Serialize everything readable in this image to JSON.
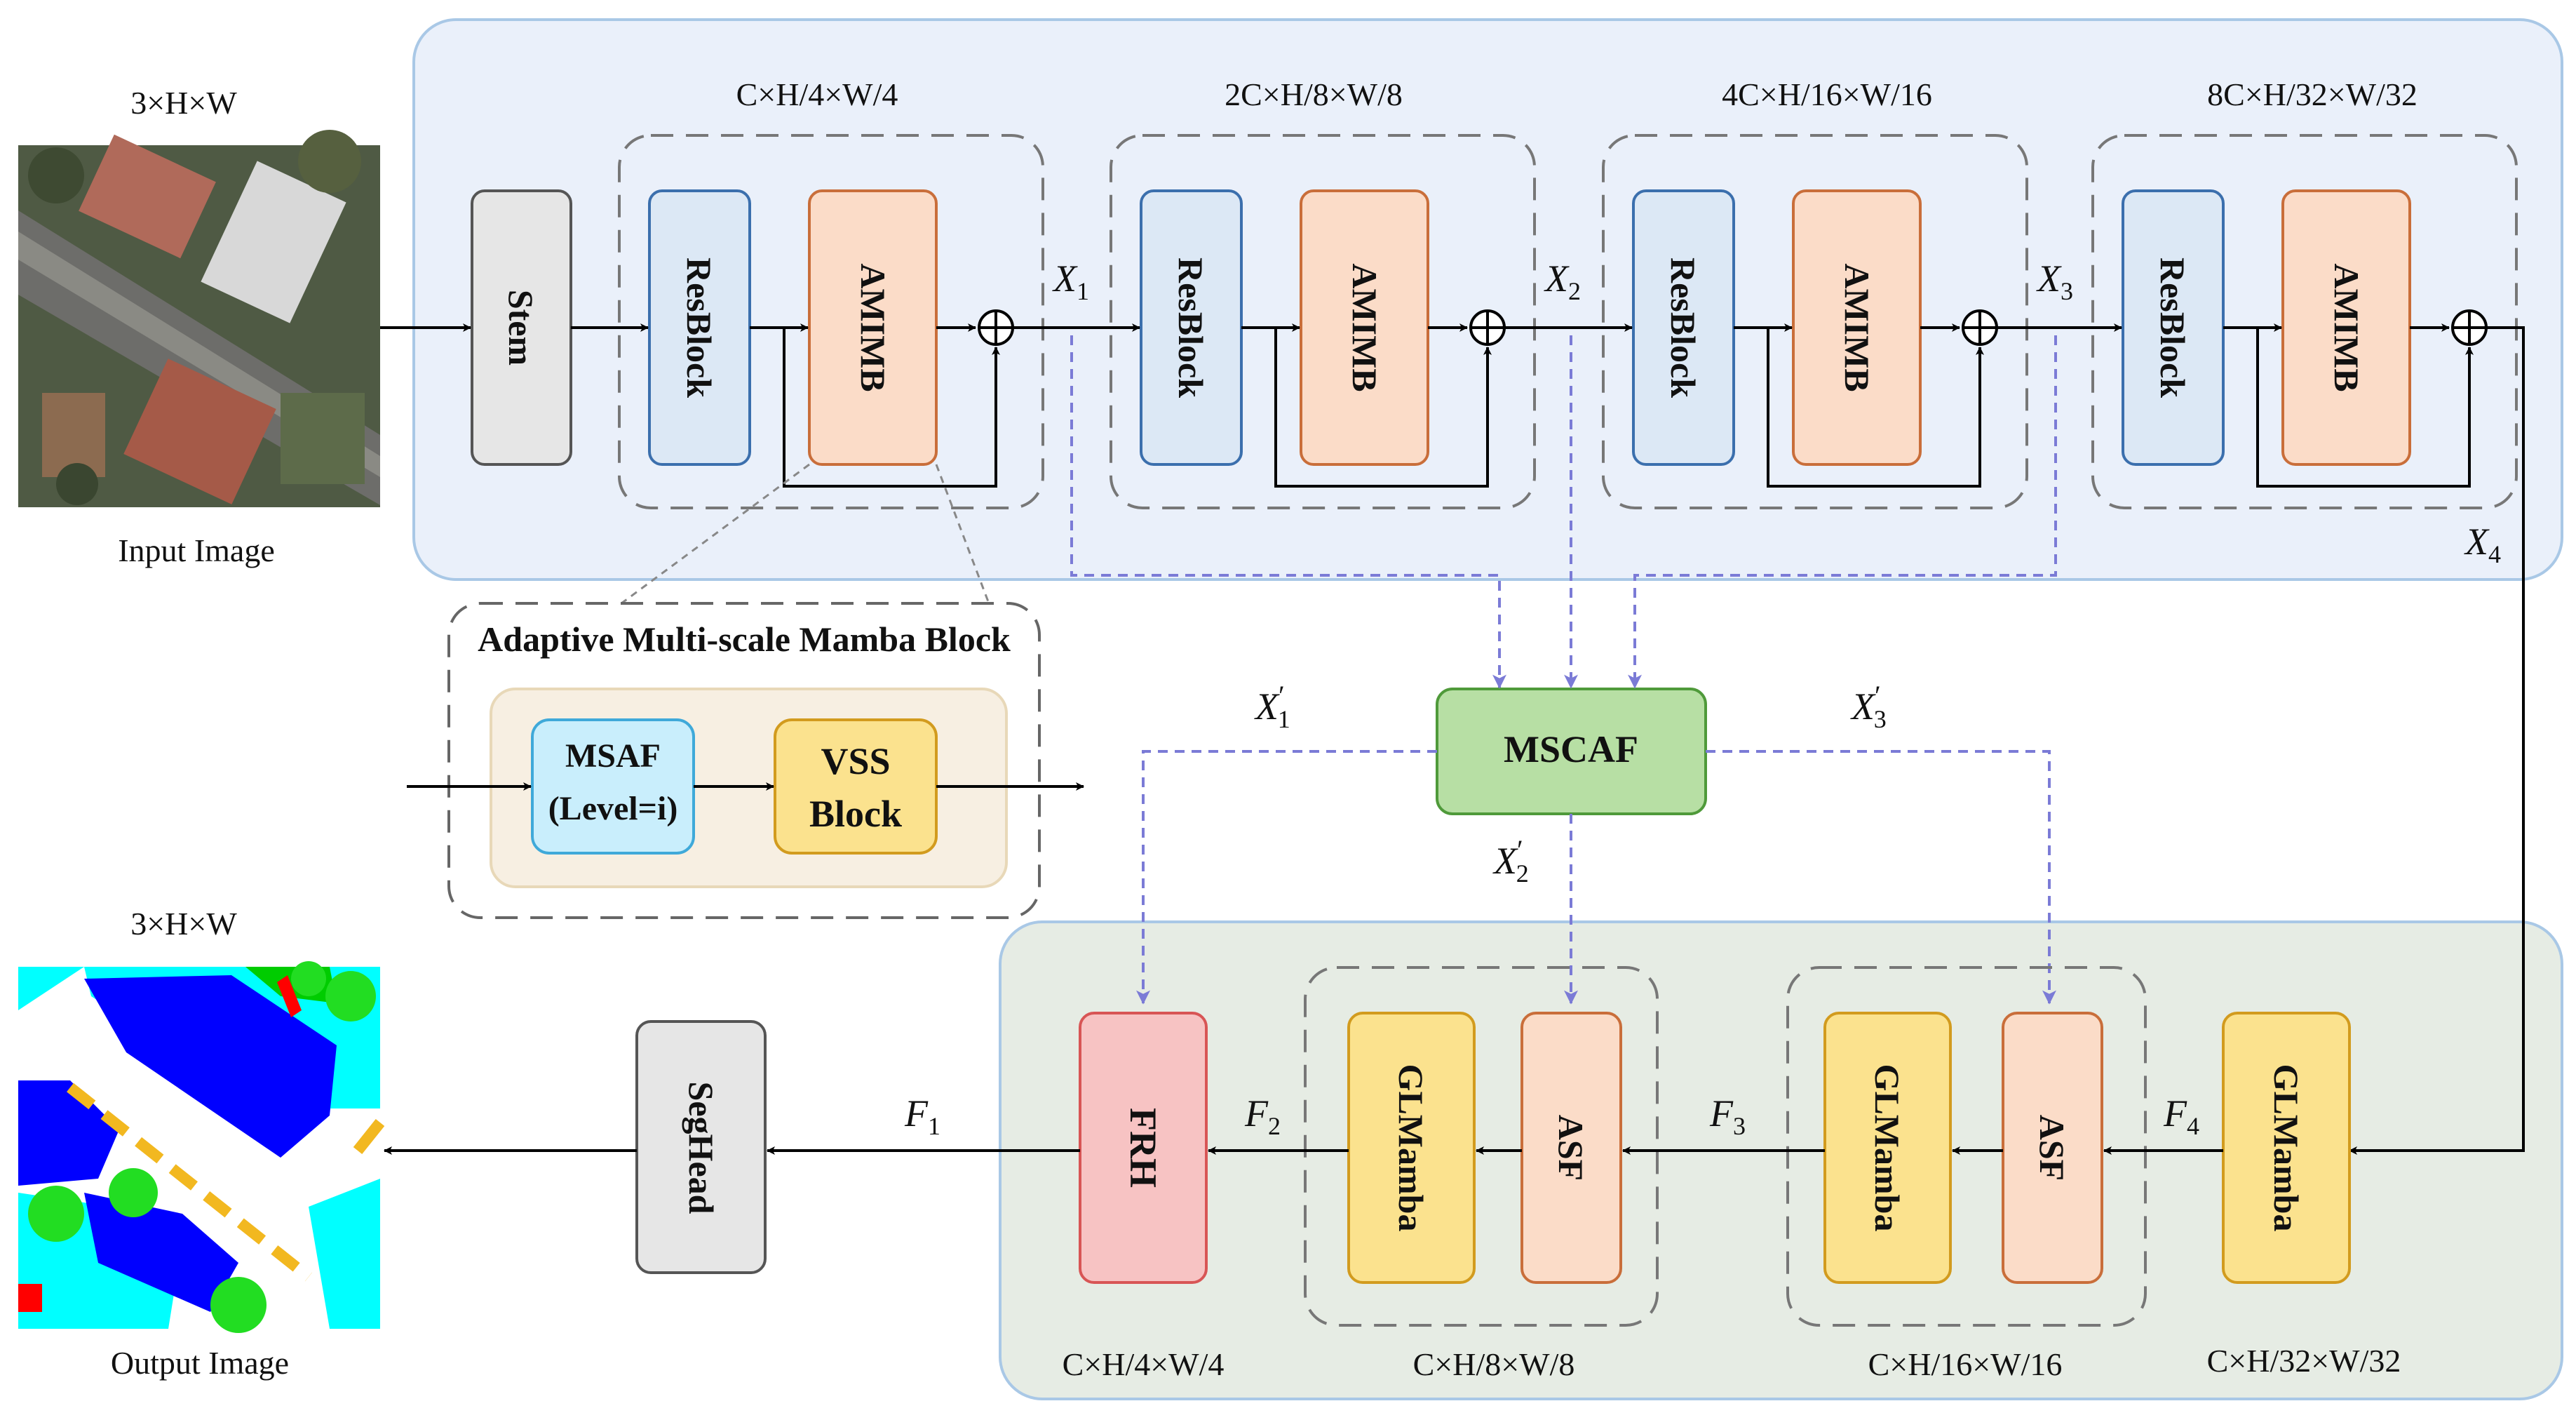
{
  "encoder": {
    "input_dims": "3×H×W",
    "input_label": "Input Image",
    "stem": "Stem",
    "stage_dims": [
      "C×H/4×W/4",
      "2C×H/8×W/8",
      "4C×H/16×W/16",
      "8C×H/32×W/32"
    ],
    "resblock": "ResBlock",
    "amimb": "AMIMB",
    "skip_labels": [
      "X",
      "X",
      "X",
      "X"
    ],
    "skip_subs": [
      "1",
      "2",
      "3",
      "4"
    ]
  },
  "inset": {
    "title": "Adaptive Multi-scale Mamba Block",
    "msaf_line1": "MSAF",
    "msaf_line2": "(Level=i)",
    "vss_line1": "VSS",
    "vss_line2": "Block"
  },
  "fusion": {
    "mscaf": "MSCAF",
    "prime_base": [
      "X",
      "X",
      "X"
    ],
    "prime_marks": [
      "′",
      "′",
      "′"
    ],
    "prime_subs": [
      "1",
      "2",
      "3"
    ]
  },
  "decoder": {
    "output_dims": "3×H×W",
    "output_label": "Output Image",
    "seghead": "SegHead",
    "frh": "FRH",
    "glmamba": "GLMamba",
    "asf": "ASF",
    "feature_labels": [
      "F",
      "F",
      "F",
      "F"
    ],
    "feature_subs": [
      "1",
      "2",
      "3",
      "4"
    ],
    "stage_dims": [
      "C×H/4×W/4",
      "C×H/8×W/8",
      "C×H/16×W/16",
      "C×H/32×W/32"
    ]
  },
  "colors": {
    "encoder_panel": "#eaf0fa",
    "decoder_panel": "#e6ece4",
    "stem": "#e6e6e6",
    "resblock": "#dce8f5",
    "amimb": "#fbdcc8",
    "msaf": "#c9eefc",
    "vss": "#fbe28e",
    "mscaf": "#b7dfa4",
    "frh": "#f7c3c3",
    "glmamba": "#fbe28e",
    "asf": "#fbdcc8",
    "seghead": "#e6e6e6",
    "dashed_arrow": "#7b7bd6"
  }
}
